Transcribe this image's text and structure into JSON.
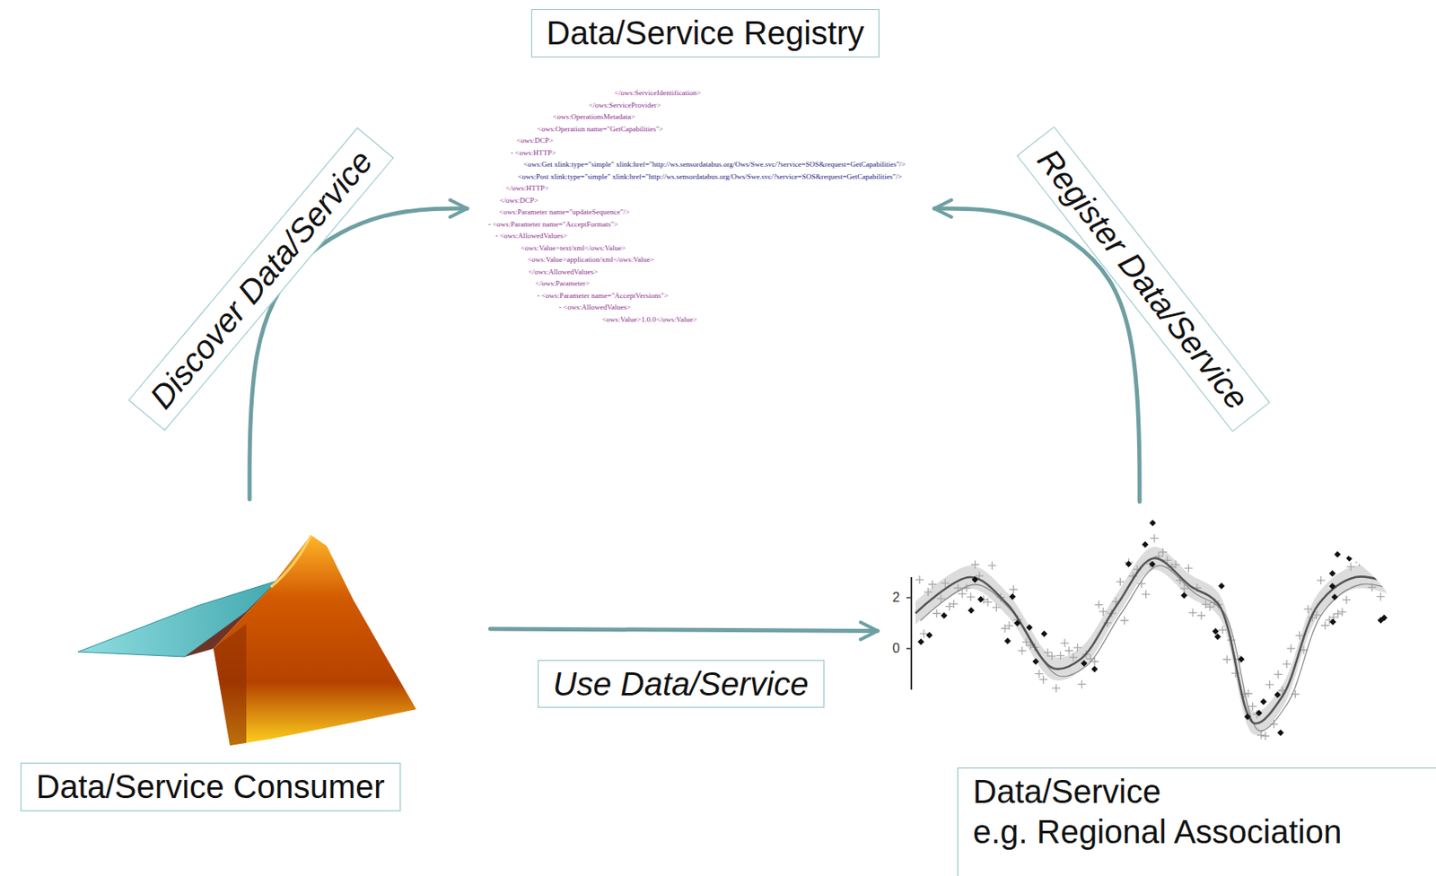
{
  "diagram": {
    "nodes": [
      {
        "text": [
          "Data/Service Registry"
        ]
      },
      {
        "text": [
          "Data/Service Consumer"
        ]
      },
      {
        "text": [
          "Data/Service",
          "e.g. Regional Association"
        ]
      }
    ],
    "edges": [
      {
        "from": 1,
        "to": 0,
        "arrow": "to",
        "label": "Discover Data/Service"
      },
      {
        "from": 2,
        "to": 0,
        "arrow": "to",
        "label": "Register Data/Service"
      },
      {
        "from": 1,
        "to": 2,
        "arrow": "to",
        "label": "Use Data/Service"
      }
    ],
    "labels": [
      "</ows:ServiceIdentification>",
      "</ows:ServiceProvider>",
      "<ows:OperationsMetadata>",
      "<ows:Operation name=\"GetCapabilities\">",
      "<ows:DCP>",
      "- <ows:HTTP>",
      "<ows:Get xlink:type=\"simple\" xlink:href=\"http://ws.sensordatabus.org/Ows/Swe.svc/?service=SOS&request=GetCapabilities\"/>",
      "<ows:Post xlink:type=\"simple\" xlink:href=\"http://ws.sensordatabus.org/Ows/Swe.svc/?service=SOS&request=GetCapabilities\"/>",
      "</ows:HTTP>",
      "</ows:DCP>",
      "<ows:Parameter name=\"updateSequence\"/>",
      "- <ows:Parameter name=\"AcceptFormats\">",
      "- <ows:AllowedValues>",
      "<ows:Value>text/xml</ows:Value>",
      "<ows:Value>application/xml</ows:Value>",
      "</ows:AllowedValues>",
      "</ows:Parameter>",
      "- <ows:Parameter name=\"AcceptVersions\">",
      "- <ows:AllowedValues>",
      "<ows:Value>1.0.0</ows:Value>",
      "2",
      "0"
    ]
  }
}
